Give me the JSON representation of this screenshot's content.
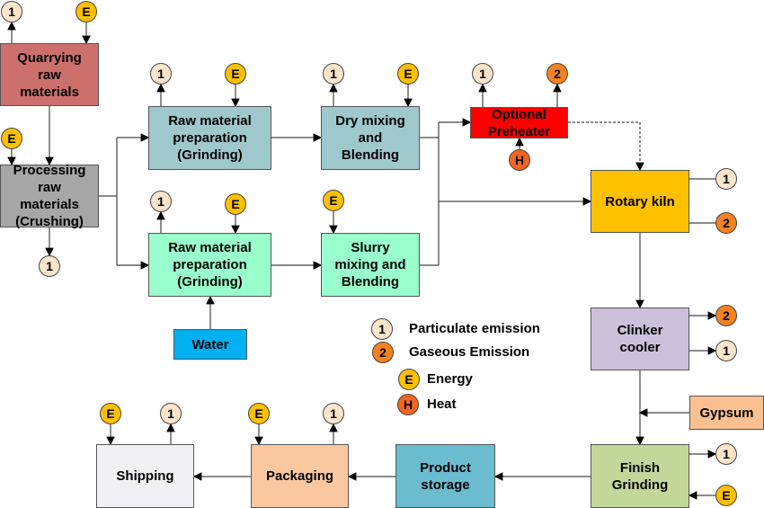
{
  "boxes": {
    "quarrying": {
      "label": "Quarrying\nraw\nmaterials",
      "color": "#cd706b"
    },
    "processing": {
      "label": "Processing\nraw\nmaterials\n(Crushing)",
      "color": "#a6a6a6"
    },
    "raw_prep_dry": {
      "label": "Raw material\npreparation\n(Grinding)",
      "color": "#9fc8cc"
    },
    "raw_prep_wet": {
      "label": "Raw material\npreparation\n(Grinding)",
      "color": "#99ffcc"
    },
    "dry_mixing": {
      "label": "Dry mixing\nand\nBlending",
      "color": "#9fc8cc"
    },
    "slurry_mixing": {
      "label": "Slurry\nmixing and\nBlending",
      "color": "#99ffcc"
    },
    "preheater": {
      "label": "Optional\nPreheater",
      "color": "#ff0000"
    },
    "rotary_kiln": {
      "label": "Rotary kiln",
      "color": "#ffc000"
    },
    "clinker_cooler": {
      "label": "Clinker\ncooler",
      "color": "#ccc0da"
    },
    "gypsum": {
      "label": "Gypsum",
      "color": "#fac090"
    },
    "finish_grinding": {
      "label": "Finish\nGrinding",
      "color": "#c4d79b"
    },
    "product_storage": {
      "label": "Product\nstorage",
      "color": "#6bbccf"
    },
    "packaging": {
      "label": "Packaging",
      "color": "#fac8a0"
    },
    "shipping": {
      "label": "Shipping",
      "color": "#f0f0f5"
    },
    "water": {
      "label": "Water",
      "color": "#00b0f0"
    }
  },
  "marker_types": {
    "particulate": {
      "symbol": "1",
      "color": "#fde5cc"
    },
    "gaseous": {
      "symbol": "2",
      "color": "#f58220"
    },
    "energy": {
      "symbol": "E",
      "color": "#ffc000"
    },
    "heat": {
      "symbol": "H",
      "color": "#f26522"
    }
  },
  "legend": [
    {
      "type": "particulate",
      "label": "Particulate emission"
    },
    {
      "type": "gaseous",
      "label": "Gaseous Emission"
    },
    {
      "type": "energy",
      "label": "Energy"
    },
    {
      "type": "heat",
      "label": "Heat"
    }
  ]
}
